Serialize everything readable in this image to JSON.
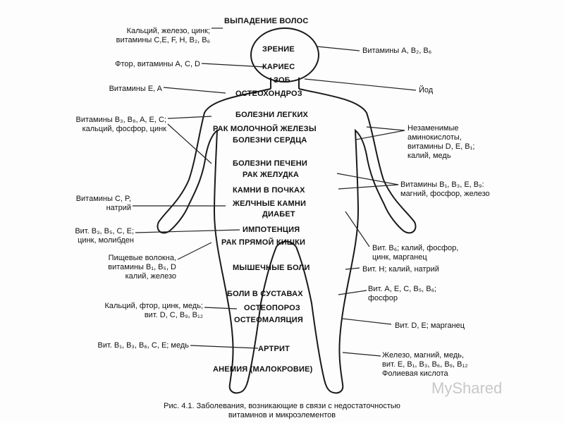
{
  "diseases": [
    "ВЫПАДЕНИЕ ВОЛОС",
    "ЗРЕНИЕ",
    "КАРИЕС",
    "ЗОБ",
    "ОСТЕОХОНДРОЗ",
    "БОЛЕЗНИ ЛЕГКИХ",
    "РАК МОЛОЧНОЙ ЖЕЛЕЗЫ",
    "БОЛЕЗНИ СЕРДЦА",
    "БОЛЕЗНИ ПЕЧЕНИ",
    "РАК ЖЕЛУДКА",
    "КАМНИ В ПОЧКАХ",
    "ЖЕЛЧНЫЕ КАМНИ",
    "ДИАБЕТ",
    "ИМПОТЕНЦИЯ",
    "РАК ПРЯМОЙ КИШКИ",
    "МЫШЕЧНЫЕ БОЛИ",
    "БОЛИ В СУСТАВАХ",
    "ОСТЕОПОРОЗ",
    "ОСТЕОМАЛЯЦИЯ",
    "АРТРИТ",
    "АНЕМИЯ (МАЛОКРОВИЕ)"
  ],
  "left_notes": [
    {
      "lines": [
        "Кальций, железо, цинк;",
        "витамины C,E, F, H, B₂, B₆"
      ]
    },
    {
      "lines": [
        "Фтор, витамины A, C, D"
      ]
    },
    {
      "lines": [
        "Витамины E, A"
      ]
    },
    {
      "lines": [
        "Витамины B₃, B₈, A, E, C;",
        "кальций, фосфор, цинк"
      ]
    },
    {
      "lines": [
        "Витамины C, P,",
        "натрий"
      ]
    },
    {
      "lines": [
        "Вит. B₃, B₅, C, E;",
        "цинк, молибден"
      ]
    },
    {
      "lines": [
        "Пищевые волокна,",
        "витамины B₁, B₅, D",
        "калий, железо"
      ]
    },
    {
      "lines": [
        "Кальций, фтор, цинк, медь;",
        "вит. D, C, B₉, B₁₂"
      ]
    },
    {
      "lines": [
        "Вит. B₁, B₃, B₆, C, E; медь"
      ]
    }
  ],
  "right_notes": [
    {
      "lines": [
        "Витамины A, B₂, B₆"
      ]
    },
    {
      "lines": [
        "Йод"
      ]
    },
    {
      "lines": [
        "Незаменимые",
        "аминокислоты,",
        "витамины D, E, B₁;",
        "калий, медь"
      ]
    },
    {
      "lines": [
        "Витамины B₁, B₃, E, B₉:",
        "магний, фосфор, железо"
      ]
    },
    {
      "lines": [
        "Вит. B₆; калий, фосфор,",
        "цинк, марганец"
      ]
    },
    {
      "lines": [
        "Вит. H; калий, натрий"
      ]
    },
    {
      "lines": [
        "Вит. A, E, C, B₅, B₆;",
        "фосфор"
      ]
    },
    {
      "lines": [
        "Вит. D, E; марганец"
      ]
    },
    {
      "lines": [
        "Железо, магний, медь,",
        "вит. E, B₁, B₃, B₆, B₉, B₁₂",
        "Фолиевая кислота"
      ]
    }
  ],
  "caption": {
    "line1": "Рис. 4.1. Заболевания, возникающие в связи с недостаточностью",
    "line2": "витаминов и микроэлементов"
  },
  "watermark": "MyShared",
  "colors": {
    "ink": "#111111",
    "outline": "#1a1a1a",
    "watermark": "#c8c8c8"
  }
}
